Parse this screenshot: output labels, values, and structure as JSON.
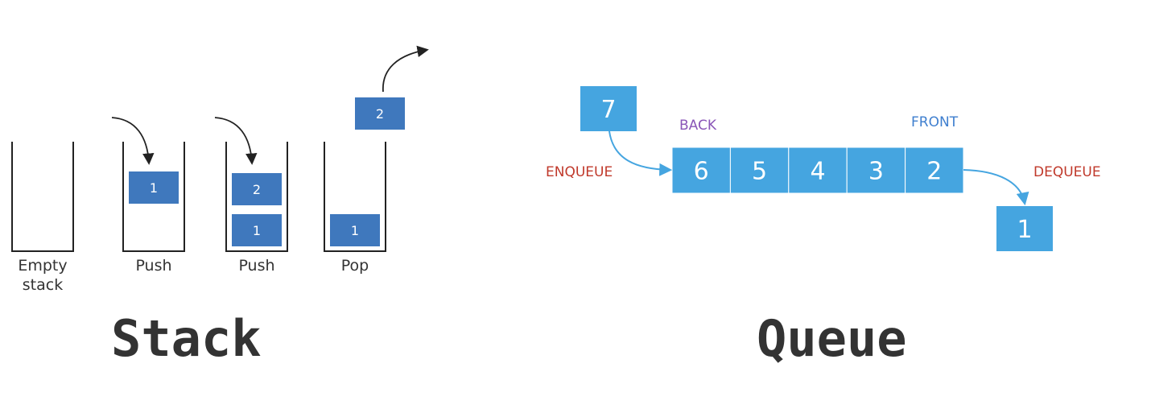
{
  "colors": {
    "stack_box": "#3f78bd",
    "queue_box": "#45a5e0",
    "stack_wall": "#222222",
    "arrow_black": "#222222",
    "arrow_blue": "#45a5e0",
    "back_label": "#8a56b8",
    "front_label": "#3f7fcf",
    "enqueue_label": "#c0392b",
    "dequeue_label": "#c0392b",
    "title_text": "#333333"
  },
  "stack": {
    "title": "Stack",
    "steps": [
      {
        "caption_lines": [
          "Empty",
          "stack"
        ],
        "items": []
      },
      {
        "caption_lines": [
          "Push"
        ],
        "items": [
          "1"
        ]
      },
      {
        "caption_lines": [
          "Push"
        ],
        "items": [
          "1",
          "2"
        ]
      },
      {
        "caption_lines": [
          "Pop"
        ],
        "items": [
          "1"
        ],
        "popped": "2"
      }
    ]
  },
  "queue": {
    "title": "Queue",
    "incoming": "7",
    "items": [
      "6",
      "5",
      "4",
      "3",
      "2"
    ],
    "outgoing": "1",
    "back_label": "BACK",
    "front_label": "FRONT",
    "enqueue_label": "ENQUEUE",
    "dequeue_label": "DEQUEUE"
  }
}
